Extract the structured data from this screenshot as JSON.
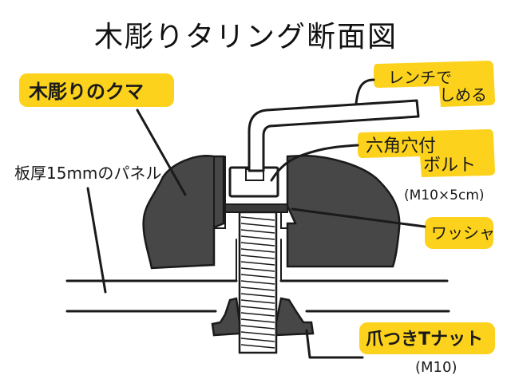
{
  "title": "木彫りタリング断面図",
  "labels": {
    "bear": "木彫りのクマ",
    "panel": "板厚15mmのパネル",
    "wrench_line1": "レンチで",
    "wrench_line2": "しめる",
    "bolt_line1": "六角穴付",
    "bolt_line2": "ボルト",
    "bolt_spec": "(M10×5cm)",
    "washer": "ワッシャ",
    "tnut": "爪つきTナット",
    "tnut_spec": "(M10)"
  },
  "colors": {
    "highlight": "#fcd21c",
    "carving": "#474747",
    "ink": "#1a1a1a",
    "washer": "#3a3a3a"
  }
}
